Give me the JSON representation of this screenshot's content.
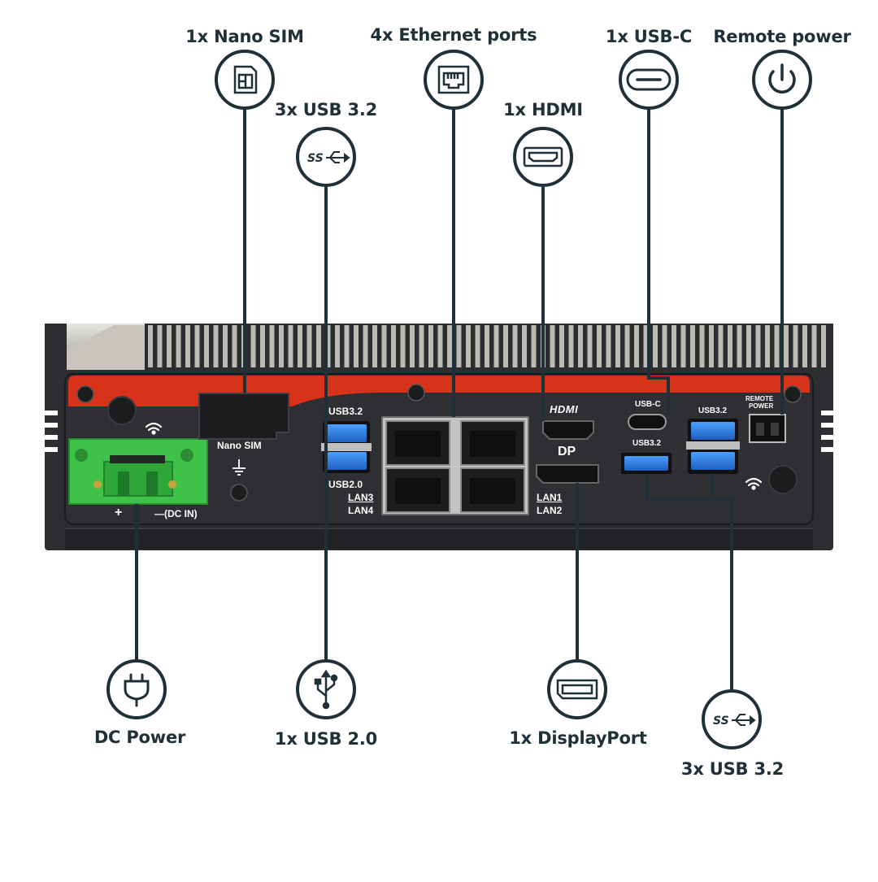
{
  "callouts": {
    "nano_sim": {
      "label": "1x Nano SIM",
      "icon": "sim-card-icon"
    },
    "usb32_left": {
      "label": "3x USB 3.2",
      "icon": "usb-superspeed-icon"
    },
    "ethernet": {
      "label": "4x Ethernet ports",
      "icon": "ethernet-port-icon"
    },
    "hdmi": {
      "label": "1x HDMI",
      "icon": "hdmi-port-icon"
    },
    "usbc": {
      "label": "1x USB-C",
      "icon": "usb-c-port-icon"
    },
    "remote_power": {
      "label": "Remote power",
      "icon": "power-icon"
    },
    "dc_power": {
      "label": "DC Power",
      "icon": "power-plug-icon"
    },
    "usb20": {
      "label": "1x USB 2.0",
      "icon": "usb-icon"
    },
    "displayport": {
      "label": "1x DisplayPort",
      "icon": "displayport-icon"
    },
    "usb32_right": {
      "label": "3x USB 3.2",
      "icon": "usb-superspeed-icon"
    }
  },
  "panel_labels": {
    "nano_sim": "Nano SIM",
    "dc_plus": "+",
    "dc_minus": "—(DC IN)",
    "usb32_left_top": "USB3.2",
    "usb20": "USB2.0",
    "lan3": "LAN3",
    "lan4": "LAN4",
    "hdmi_logo": "HDMI",
    "dp": "DP",
    "lan1": "LAN1",
    "lan2": "LAN2",
    "usbc": "USB-C",
    "usb32_mid": "USB3.2",
    "usb32_right": "USB3.2",
    "remote_power_line1": "REMOTE",
    "remote_power_line2": "POWER"
  },
  "colors": {
    "callout_dark": "#1f3038",
    "chassis": "#2a2c2f",
    "red_stripe": "#d8321b",
    "terminal_green": "#3fc24a",
    "usb_blue": "#2f7fe0"
  }
}
